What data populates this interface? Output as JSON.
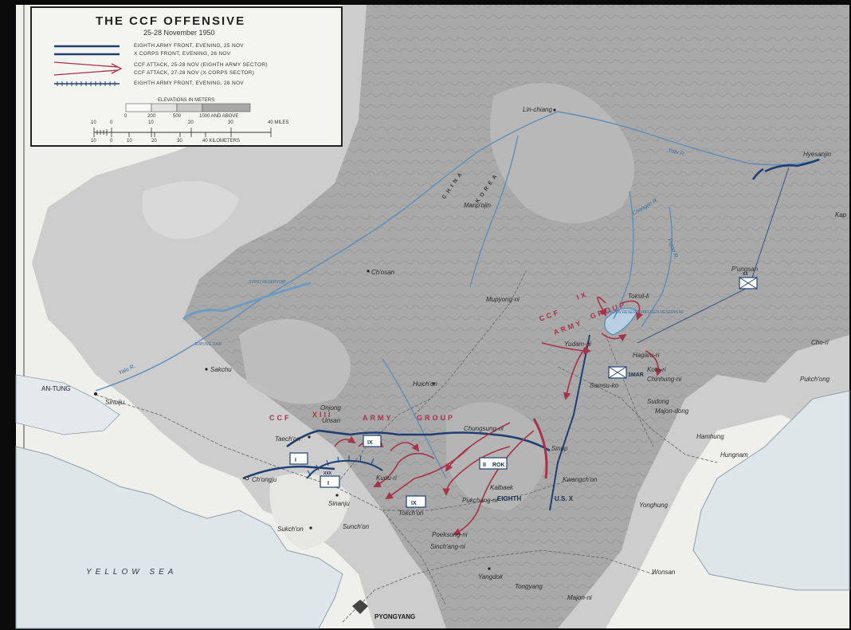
{
  "legend": {
    "title": "THE CCF OFFENSIVE",
    "subtitle": "25-28 November 1950",
    "rows": [
      "EIGHTH ARMY FRONT, EVENING, 25 NOV",
      "X CORPS FRONT, EVENING, 26 NOV",
      "CCF ATTACK, 25-28 NOV (EIGHTH ARMY SECTOR)",
      "CCF ATTACK, 27-28 NOV (X CORPS SECTOR)",
      "EIGHTH ARMY FRONT, EVENING, 28 NOV"
    ],
    "elevation_title": "ELEVATIONS IN METERS",
    "elevation_labels": [
      "0",
      "200",
      "500",
      "1000 AND ABOVE"
    ],
    "miles_labels": [
      "10",
      "0",
      "10",
      "20",
      "30",
      "40 MILES"
    ],
    "km_labels": [
      "10",
      "0",
      "10",
      "20",
      "30",
      "40 KILOMETERS"
    ]
  },
  "sea_label": "YELLOW SEA",
  "rivers": {
    "yalu_1": "Yalu R.",
    "yalu_2": "Yalu R.",
    "changjin": "Changjin R.",
    "pujon": "Pujon R."
  },
  "reservoirs": {
    "supung": "SUPUNG DAM",
    "sumo": "SUIHO RESERVOIR",
    "chosin": "CHOSIN RESERVOIR",
    "fusen": "FUSEN RESERVOIR"
  },
  "country_labels": {
    "china": "CHINA",
    "korea": "KOREA"
  },
  "army_labels": {
    "ccf_ix": [
      "CCF",
      "IX",
      "ARMY",
      "GROUP"
    ],
    "ccf_xiii": [
      "CCF",
      "XIII",
      "ARMY",
      "GROUP"
    ]
  },
  "places": [
    "Lin-chiang",
    "Hyesanjin",
    "Manp'ojin",
    "Kap",
    "Ch'osan",
    "P'ungsan",
    "Toksil-li",
    "Mupyong-ni",
    "Yudam-ni",
    "Hagaru-ri",
    "Cho-ri",
    "Koto-ri",
    "Chinhung-ni",
    "Sakchu",
    "Samsu-ko",
    "Pukch'ong",
    "AN-TUNG",
    "Sinuiju",
    "Huich'on",
    "Onjong",
    "Unsan",
    "Sudong",
    "Majon-dong",
    "Taech'on",
    "Chungsung-ni",
    "Hamhung",
    "Hungnam",
    "Sinup",
    "Ch'ongju",
    "Kunu-ri",
    "Kwangch'on",
    "Sinanju",
    "Pukchang-ni",
    "Tokch'on",
    "Yonghung",
    "Sukch'on",
    "Sunch'on",
    "Poeksong-ni",
    "Sinch'ang-ni",
    "Yangdok",
    "Wonsan",
    "Tongyang",
    "Majon-ni",
    "PYONGYANG",
    "Kalbaek"
  ],
  "units": {
    "eighth": "EIGHTH",
    "eighth_usx": "U.S. X",
    "rok": "ROK",
    "ii": "II",
    "ix": "IX",
    "i": "I",
    "i_rok": "I",
    "imar": "1MAR",
    "x": "X",
    "xxx": "XXX",
    "xx": "XX"
  },
  "colors": {
    "front_blue": "#1f3f73",
    "attack_red": "#a8324a",
    "sea": "#dfe6ea",
    "lowland": "#f2f2ef",
    "hill": "#cfcfcf",
    "mountain": "#a8a8a8",
    "river": "#5f8fb8"
  }
}
